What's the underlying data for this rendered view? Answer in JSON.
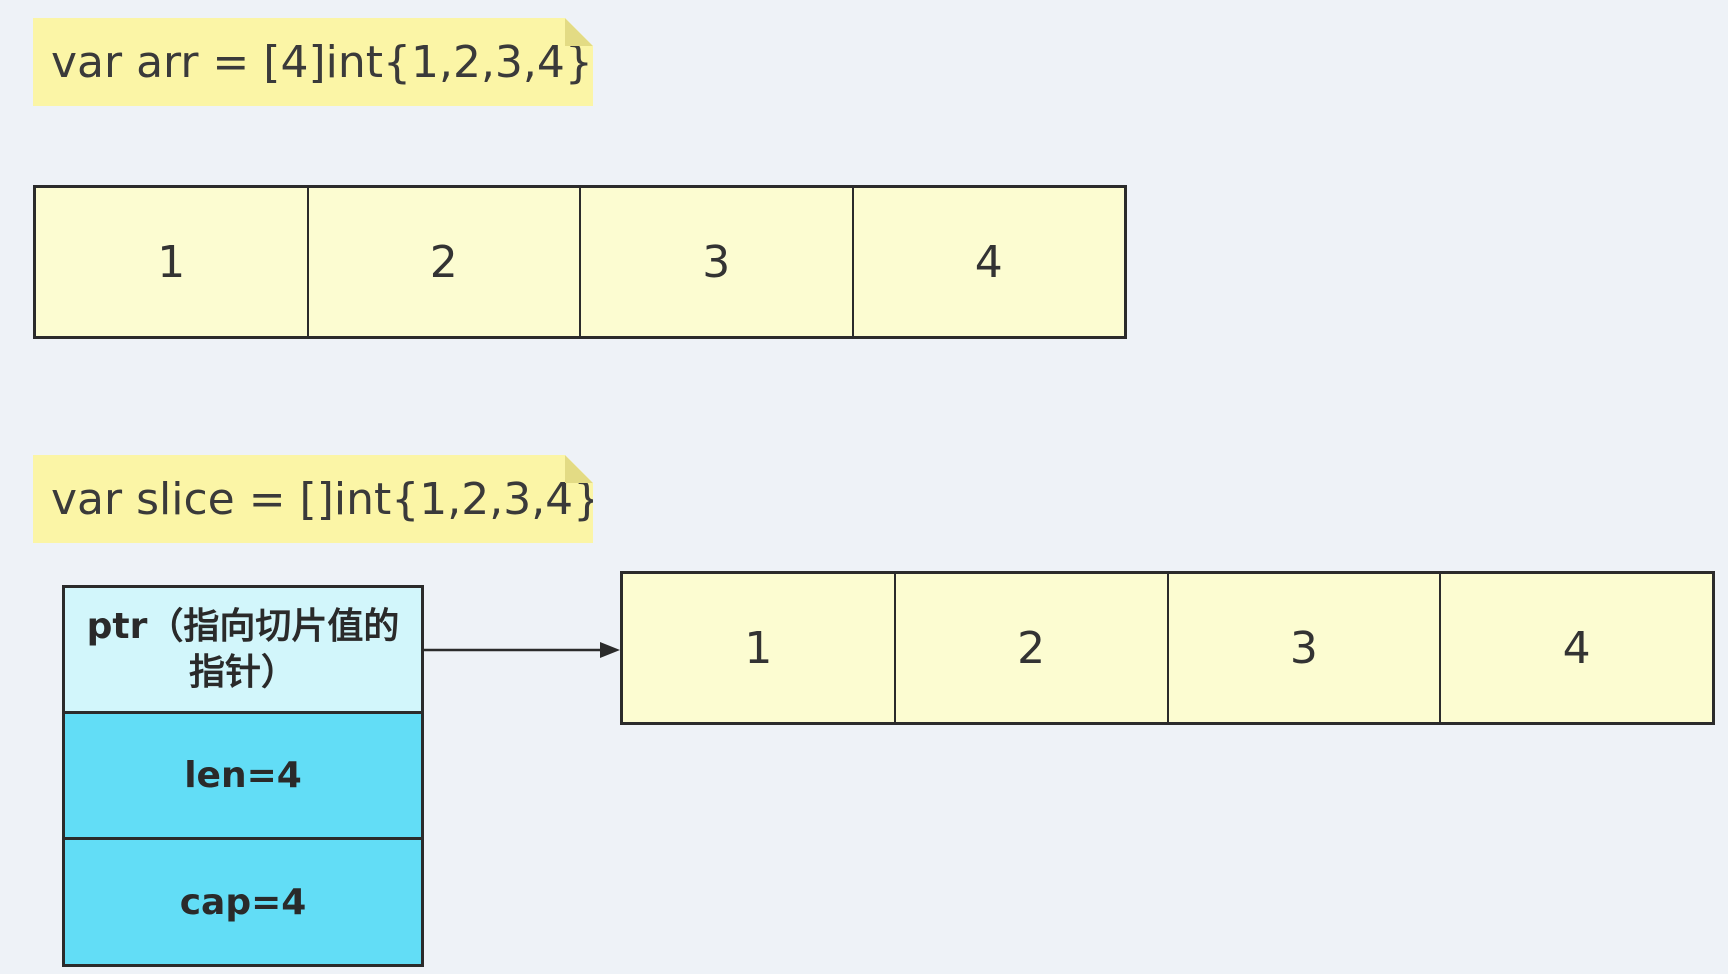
{
  "notes": {
    "array_decl": "var arr = [4]int{1,2,3,4}",
    "slice_decl": "var slice = []int{1,2,3,4}"
  },
  "array": {
    "cells": [
      "1",
      "2",
      "3",
      "4"
    ]
  },
  "slice": {
    "header": {
      "ptr": "ptr（指向切片值的指针）",
      "len": "len=4",
      "cap": "cap=4"
    },
    "cells": [
      "1",
      "2",
      "3",
      "4"
    ]
  },
  "colors": {
    "background": "#eef2f7",
    "note_fill": "#fbf5a6",
    "cell_fill": "#fcfcd1",
    "ptr_fill": "#d2f6fb",
    "len_cap_fill": "#62ddf6",
    "stroke": "#2b2b2b"
  }
}
